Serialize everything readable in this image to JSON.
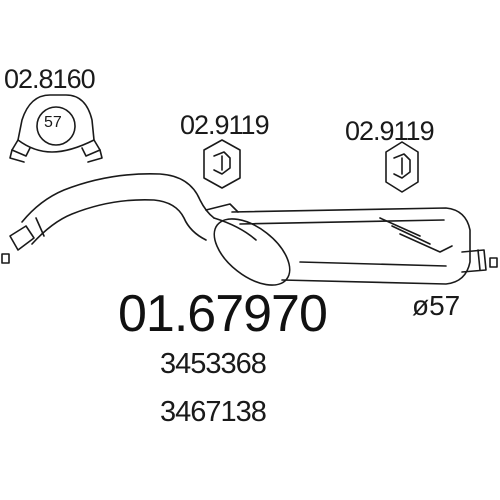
{
  "parts": {
    "clamp": {
      "code": "02.8160",
      "size": "57"
    },
    "hanger_left": {
      "code": "02.9119"
    },
    "hanger_right": {
      "code": "02.9119"
    }
  },
  "main": {
    "part_number": "01.67970",
    "references": [
      "3453368",
      "3467138"
    ],
    "outlet_diameter": "ø57"
  }
}
